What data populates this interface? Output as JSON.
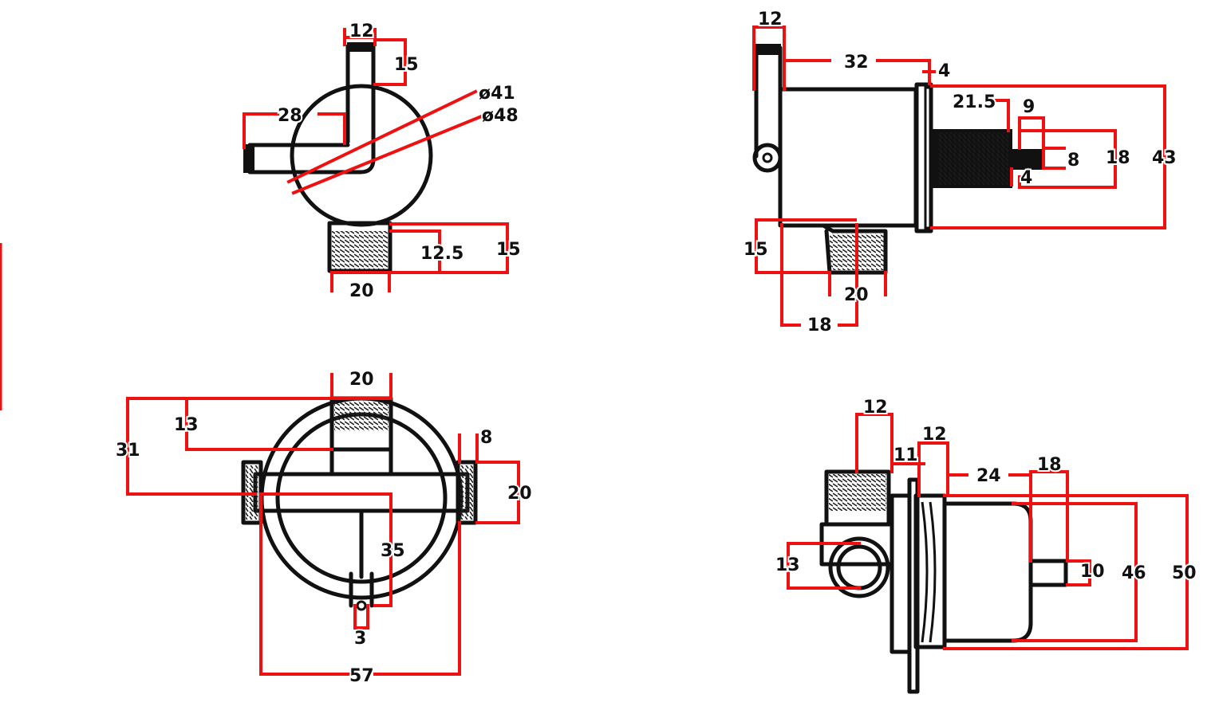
{
  "colors": {
    "outline": "#111111",
    "dimension": "#ee1111",
    "background": "#ffffff"
  },
  "views": {
    "top_left": {
      "labels": [
        "12",
        "15",
        "28",
        "ø41",
        "ø48",
        "12.5",
        "15",
        "20"
      ]
    },
    "top_right": {
      "labels": [
        "12",
        "32",
        "4",
        "21.5",
        "9",
        "8",
        "18",
        "43",
        "4",
        "15",
        "20",
        "18"
      ]
    },
    "bottom_left": {
      "labels": [
        "20",
        "13",
        "31",
        "8",
        "20",
        "35",
        "3",
        "57"
      ]
    },
    "bottom_right": {
      "labels": [
        "12",
        "12",
        "11",
        "24",
        "18",
        "13",
        "10",
        "46",
        "50"
      ]
    }
  }
}
